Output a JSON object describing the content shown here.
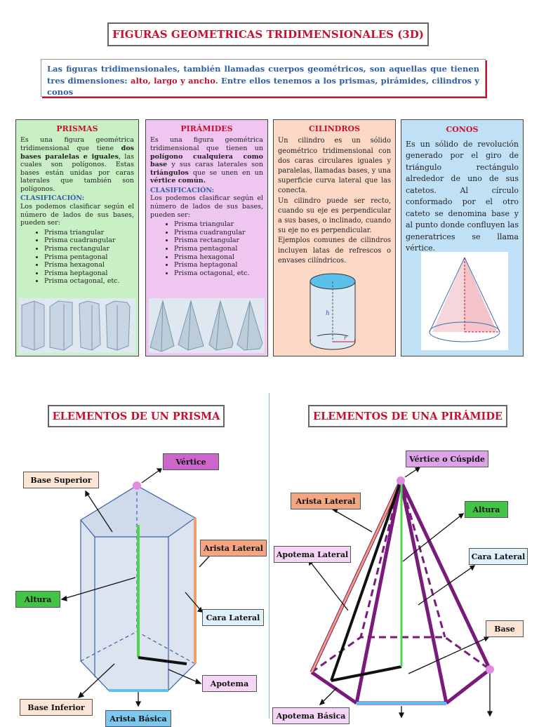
{
  "header": {
    "title": "FIGURAS GEOMETRICAS TRIDIMENSIONALES (3D)",
    "intro_a": "Las figuras tridimensionales, también llamadas cuerpos geométricos, son aquellas que tienen tres dimensiones: ",
    "intro_red": "alto, largo y ancho",
    "intro_b": ". Entre ellos tenemos a los prismas, pirámides, cilindros y conos"
  },
  "cards": {
    "prismas": {
      "title": "PRISMAS",
      "t1": "Es una figura geométrica tridimensional que tiene ",
      "b1": "dos bases paralelas e iguales",
      "t2": ", las cuales son polígonos. Estas bases están unidas por caras laterales que también son polígonos.",
      "clas": "CLASIFICACIÓN:",
      "clas_text": "Los podemos clasificar según el número de lados de sus bases, pueden ser:",
      "items": [
        "Prisma triangular",
        "Prisma cuadrangular",
        "Prisma rectangular",
        "Prisma pentagonal",
        "Prisma hexagonal",
        "Prisma heptagonal",
        "Prisma octagonal, etc."
      ]
    },
    "piramides": {
      "title": "PIRÁMIDES",
      "t1": "Es una figura geométrica tridimensional que tienen un ",
      "b1": "polígono cualquiera como base",
      "t2": " y sus caras laterales son ",
      "b2": "triángulos",
      "t3": " que se unen en un ",
      "b3": "vértice común.",
      "clas": "CLASIFICACIÓN:",
      "clas_text": "Los podemos clasificar según el número de lados de sus bases, pueden ser:",
      "items": [
        "Prisma triangular",
        "Prisma cuadrangular",
        "Prisma rectangular",
        "Prisma pentagonal",
        "Prisma hexagonal",
        "Prisma heptagonal",
        "Prisma octagonal, etc."
      ]
    },
    "cilindros": {
      "title": "CILINDROS",
      "p1": "Un cilindro es un sólido geométrico tridimensional con dos caras circulares iguales y paralelas, llamadas bases, y una superficie curva lateral que las conecta.",
      "p2": "Un cilindro puede ser recto, cuando su eje es perpendicular a sus bases, o inclinado, cuando su eje no es perpendicular.",
      "p3": "Ejemplos comunes de cilindros incluyen latas de refrescos o envases cilíndricos.",
      "h_label": "h",
      "r_label": "r"
    },
    "conos": {
      "title": "CONOS",
      "p1": "Es un sólido de revolución generado por el giro de triángulo rectángulo alrededor de uno de sus catetos. Al círculo conformado por el otro cateto se denomina base y al punto donde confluyen las generatrices se llama vértice."
    }
  },
  "prisma_section": {
    "title": "ELEMENTOS DE UN PRISMA",
    "labels": {
      "vertice": "Vértice",
      "base_superior": "Base Superior",
      "arista_lateral": "Arista Lateral",
      "altura": "Altura",
      "cara_lateral": "Cara Lateral",
      "apotema": "Apotema",
      "base_inferior": "Base Inferior",
      "arista_basica": "Arista Básica"
    }
  },
  "piramide_section": {
    "title": "ELEMENTOS DE UNA PIRÁMIDE",
    "labels": {
      "vertice": "Vértice o Cúspide",
      "arista_lateral": "Arista Lateral",
      "altura": "Altura",
      "apotema_lateral": "Apotema Lateral",
      "cara_lateral": "Cara Lateral",
      "base": "Base",
      "apotema_basica": "Apotema Básica"
    }
  },
  "colors": {
    "red": "#c8102e",
    "blue": "#2e5fa6",
    "green_card": "#c9efc4",
    "pink_card": "#efc6ef",
    "peach_card": "#fbd9c6",
    "blue_card": "#bfe0f5",
    "purple": "#7a1a7a"
  }
}
